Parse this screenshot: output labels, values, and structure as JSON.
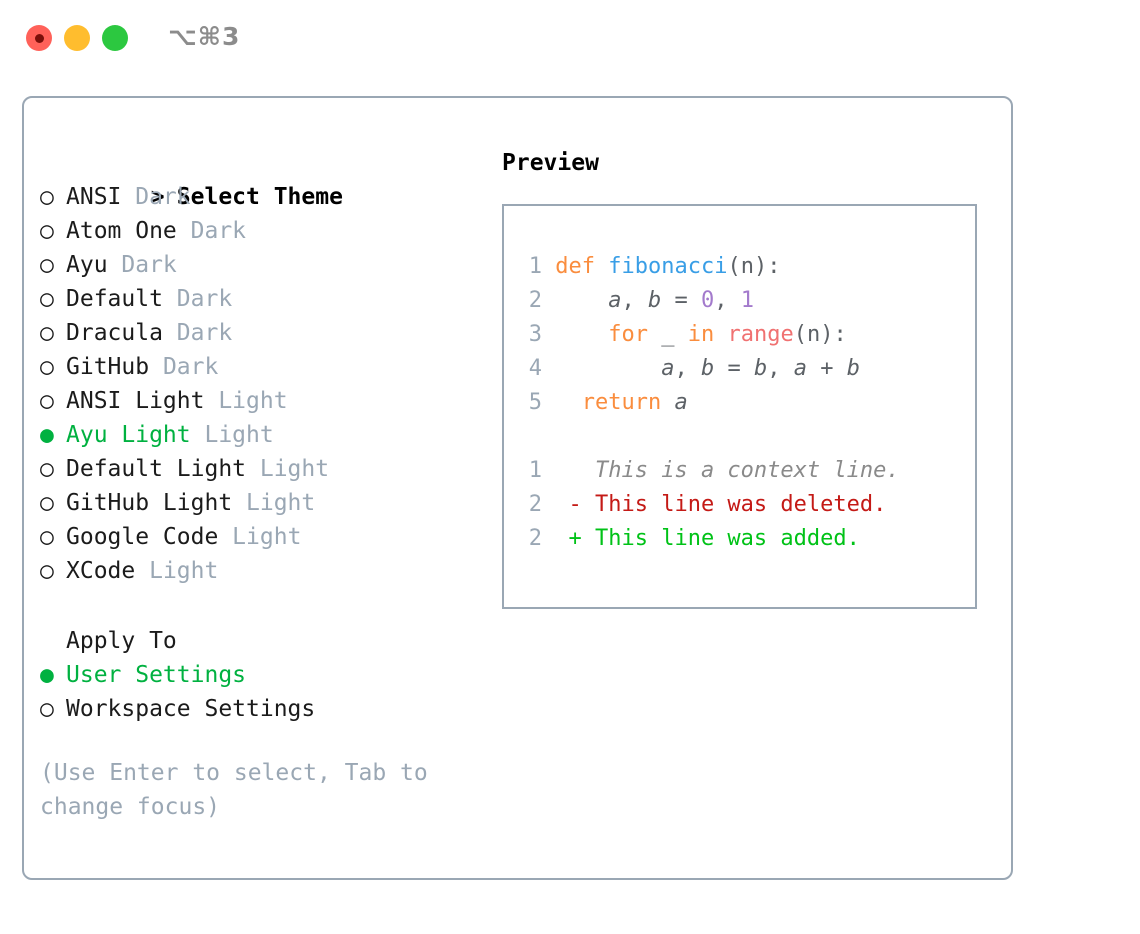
{
  "titlebar": {
    "shortcut": "⌥⌘3",
    "buttons": [
      {
        "name": "close-button",
        "color": "#ff6159"
      },
      {
        "name": "minimize-button",
        "color": "#ffbd2e"
      },
      {
        "name": "maximize-button",
        "color": "#2cc840"
      }
    ]
  },
  "colors": {
    "accent_green": "#00b140",
    "muted_gray": "#9aa7b4",
    "border": "#9aa7b4",
    "keyword_orange": "#fa8d3e",
    "function_blue": "#399ee6",
    "number_purple": "#a37acc",
    "builtin_red": "#f07171",
    "diff_delete": "#c41a16",
    "diff_add": "#00c217"
  },
  "left": {
    "heading": "Select Theme",
    "heading_marker": ">",
    "themes": [
      {
        "name": "ANSI",
        "variant": "Dark",
        "selected": false
      },
      {
        "name": "Atom One",
        "variant": "Dark",
        "selected": false
      },
      {
        "name": "Ayu",
        "variant": "Dark",
        "selected": false
      },
      {
        "name": "Default",
        "variant": "Dark",
        "selected": false
      },
      {
        "name": "Dracula",
        "variant": "Dark",
        "selected": false
      },
      {
        "name": "GitHub",
        "variant": "Dark",
        "selected": false
      },
      {
        "name": "ANSI Light",
        "variant": "Light",
        "selected": false
      },
      {
        "name": "Ayu Light",
        "variant": "Light",
        "selected": true
      },
      {
        "name": "Default Light",
        "variant": "Light",
        "selected": false
      },
      {
        "name": "GitHub Light",
        "variant": "Light",
        "selected": false
      },
      {
        "name": "Google Code",
        "variant": "Light",
        "selected": false
      },
      {
        "name": "XCode",
        "variant": "Light",
        "selected": false
      }
    ],
    "apply_to_label": "Apply To",
    "apply_to_options": [
      {
        "label": "User Settings",
        "selected": true
      },
      {
        "label": "Workspace Settings",
        "selected": false
      }
    ],
    "help_text": "(Use Enter to select, Tab to change focus)"
  },
  "right": {
    "title": "Preview",
    "code_lines": [
      {
        "lineno": "1",
        "tokens": [
          {
            "text": "def ",
            "type": "kw"
          },
          {
            "text": "fibonacci",
            "type": "fn"
          },
          {
            "text": "(n):",
            "type": "punct"
          }
        ]
      },
      {
        "lineno": "2",
        "tokens": [
          {
            "text": "    ",
            "type": "punct"
          },
          {
            "text": "a",
            "type": "var"
          },
          {
            "text": ", ",
            "type": "punct"
          },
          {
            "text": "b",
            "type": "var"
          },
          {
            "text": " = ",
            "type": "punct"
          },
          {
            "text": "0",
            "type": "num"
          },
          {
            "text": ", ",
            "type": "punct"
          },
          {
            "text": "1",
            "type": "num"
          }
        ]
      },
      {
        "lineno": "3",
        "tokens": [
          {
            "text": "    ",
            "type": "punct"
          },
          {
            "text": "for",
            "type": "kw"
          },
          {
            "text": " _ ",
            "type": "punct"
          },
          {
            "text": "in",
            "type": "kw"
          },
          {
            "text": " ",
            "type": "punct"
          },
          {
            "text": "range",
            "type": "builtin"
          },
          {
            "text": "(n):",
            "type": "punct"
          }
        ]
      },
      {
        "lineno": "4",
        "tokens": [
          {
            "text": "        ",
            "type": "punct"
          },
          {
            "text": "a",
            "type": "var"
          },
          {
            "text": ", ",
            "type": "punct"
          },
          {
            "text": "b",
            "type": "var"
          },
          {
            "text": " = ",
            "type": "punct"
          },
          {
            "text": "b",
            "type": "var"
          },
          {
            "text": ", ",
            "type": "punct"
          },
          {
            "text": "a",
            "type": "var"
          },
          {
            "text": " + ",
            "type": "punct"
          },
          {
            "text": "b",
            "type": "var"
          }
        ]
      },
      {
        "lineno": "5",
        "tokens": [
          {
            "text": "  ",
            "type": "punct"
          },
          {
            "text": "return ",
            "type": "kw"
          },
          {
            "text": "a",
            "type": "var"
          }
        ]
      }
    ],
    "diff_lines": [
      {
        "lineno": "1",
        "sign": " ",
        "text": "This is a context line.",
        "type": "diff-ctx"
      },
      {
        "lineno": "2",
        "sign": "-",
        "text": "This line was deleted.",
        "type": "diff-del"
      },
      {
        "lineno": "2",
        "sign": "+",
        "text": "This line was added.",
        "type": "diff-add"
      }
    ]
  }
}
